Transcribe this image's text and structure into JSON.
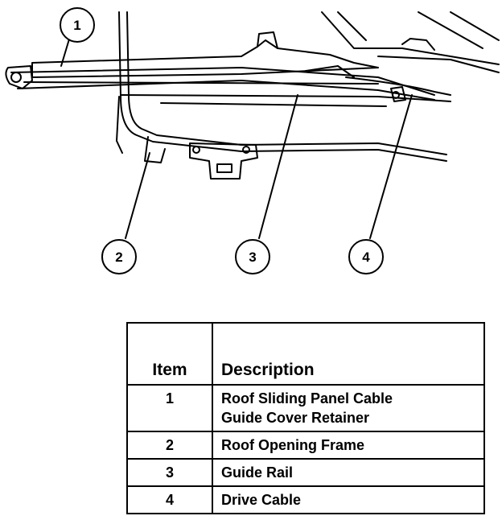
{
  "diagram": {
    "callouts": [
      {
        "label": "1"
      },
      {
        "label": "2"
      },
      {
        "label": "3"
      },
      {
        "label": "4"
      }
    ]
  },
  "legend": {
    "headers": {
      "item": "Item",
      "description": "Description"
    },
    "rows": [
      {
        "item": "1",
        "lines": [
          "Roof Sliding Panel Cable",
          "Guide Cover Retainer"
        ]
      },
      {
        "item": "2",
        "lines": [
          "Roof Opening Frame"
        ]
      },
      {
        "item": "3",
        "lines": [
          "Guide Rail"
        ]
      },
      {
        "item": "4",
        "lines": [
          "Drive Cable"
        ]
      }
    ]
  }
}
